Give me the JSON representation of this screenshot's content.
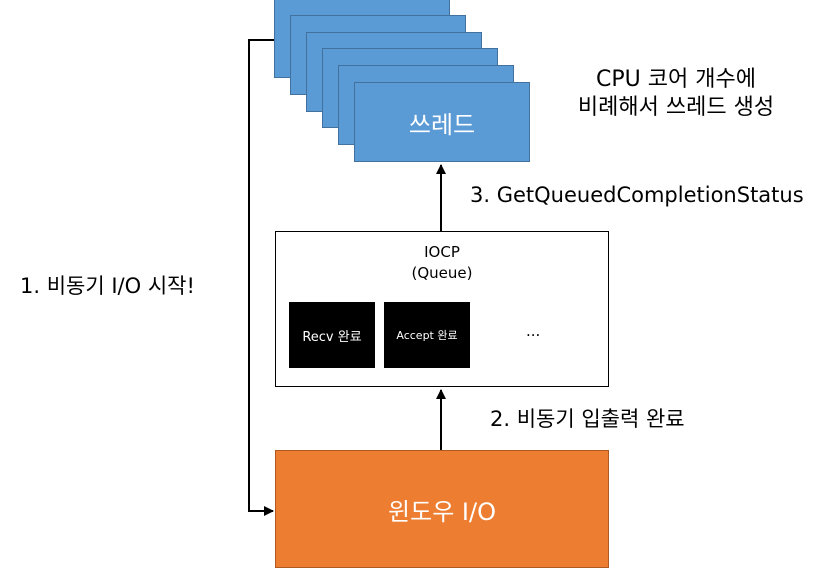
{
  "thread_box": {
    "label": "쓰레드"
  },
  "cpu_note": {
    "line1": "CPU 코어 개수에",
    "line2": "비례해서 쓰레드 생성"
  },
  "step3": {
    "label": "3. GetQueuedCompletionStatus"
  },
  "iocp": {
    "title_line1": "IOCP",
    "title_line2": "(Queue)",
    "items": [
      {
        "label": "Recv 완료"
      },
      {
        "label": "Accept 완료"
      }
    ],
    "ellipsis": "..."
  },
  "step1": {
    "label": "1. 비동기 I/O 시작!"
  },
  "step2": {
    "label": "2. 비동기 입출력 완료"
  },
  "windows_io": {
    "label": "윈도우 I/O"
  },
  "colors": {
    "thread_fill": "#5b9bd5",
    "windows_io_fill": "#ed7d31",
    "queue_item_fill": "#000000"
  }
}
